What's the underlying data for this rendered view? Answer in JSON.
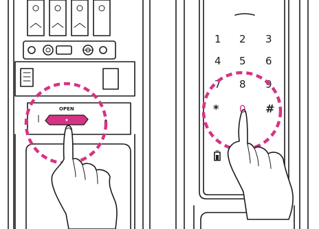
{
  "left_panel": {
    "button_label": "OPEN"
  },
  "right_panel": {
    "keys": [
      "1",
      "2",
      "3",
      "4",
      "5",
      "6",
      "7",
      "8",
      "9",
      "*",
      "0",
      "#"
    ]
  },
  "colors": {
    "highlight": "#d63384",
    "ink": "#1a1a1a",
    "background": "#ffffff"
  },
  "icons": [
    "battery-icon",
    "hand-icon",
    "key-icon"
  ]
}
